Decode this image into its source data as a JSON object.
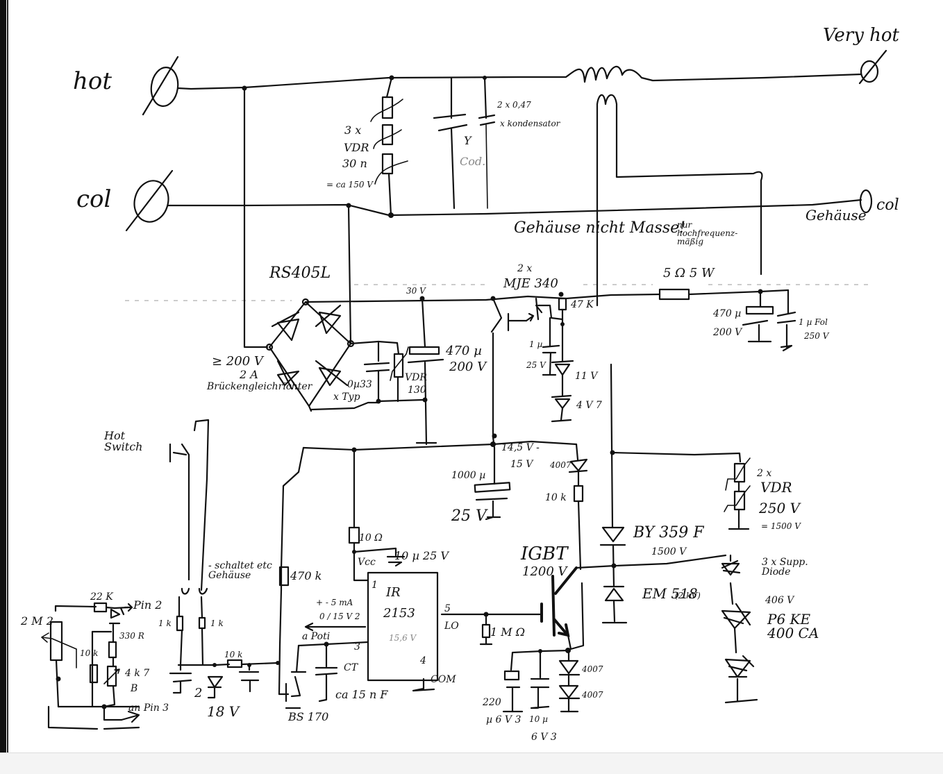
{
  "terminals": {
    "hot": "hot",
    "col": "col",
    "very_hot": "Very hot",
    "col_right": "col",
    "gehaeuse_right": "Gehäuse"
  },
  "notes": {
    "gehaeuse_nicht_masse": "Gehäuse nicht Masse!",
    "nur_hochfrequenz": "nur hochfrequenz-mäßig",
    "hot_switch": "Hot Switch",
    "schalter_note": "- schaltet etc Gehäuse"
  },
  "components": {
    "vdr_input": {
      "qty": "3 x",
      "type": "VDR",
      "value": "30 n",
      "rating": "= ca 150 V"
    },
    "cap_y": {
      "type": "Y",
      "note": "Cod."
    },
    "cap_x": {
      "value": "2 x 0,47",
      "note": "x kondensator"
    },
    "bridge": {
      "part": "RS405L",
      "rating": "≥ 200 V",
      "current": "2 A",
      "desc": "Brückengleichrichter"
    },
    "bridge_cap": {
      "value": "0µ33",
      "note": "x Typ"
    },
    "vdr_130": {
      "type": "VDR",
      "value": "130"
    },
    "cap_470_left": {
      "value": "470 µ",
      "voltage": "200 V"
    },
    "rail_voltage": "30 V",
    "transistor": {
      "qty": "2 x",
      "part": "MJE 340"
    },
    "r_47k": "47 K",
    "cap_1u": {
      "value": "1 µ",
      "voltage": "25 V"
    },
    "zener_11": "11 V",
    "zener_4v7": "4 V 7",
    "r_5ohm": "5 Ω 5 W",
    "cap_470_right": {
      "value": "470 µ",
      "voltage": "200 V"
    },
    "cap_1u_film": {
      "value": "1 µ Fol",
      "voltage": "250 V"
    },
    "supply_rail": {
      "range": "14,5 V -",
      "max": "15 V"
    },
    "cap_1000": {
      "value": "1000 µ",
      "voltage": "25 V"
    },
    "diode_4007_top": "4007",
    "r_10k_gate": "10 k",
    "vdr_output": {
      "qty": "2 x",
      "type": "VDR",
      "value": "250 V",
      "total": "= 1500 V"
    },
    "diode_by359": {
      "part": "BY 359 F",
      "rating": "1500 V"
    },
    "igbt": {
      "type": "IGBT",
      "rating": "1200 V"
    },
    "diode_em518": {
      "part": "EM 518",
      "rating": "(2 kV)"
    },
    "suppressor": {
      "qty": "3 x Supp. Diode",
      "voltage": "406 V",
      "part": "P6 KE 400 CA"
    },
    "r_10ohm": "10 Ω",
    "cap_vcc": "10 µ 25 V",
    "vcc_label": "Vcc",
    "ic": {
      "line1": "IR",
      "line2": "2153",
      "zener": "15,6 V",
      "pin1": "1",
      "pin2": "2",
      "pin3": "3",
      "pin4": "4",
      "pin5": "5",
      "pin4_name": "COM",
      "pin5_name": "LO",
      "pin3_name": "CT"
    },
    "pin2_note": {
      "line1": "+ - 5 mA",
      "line2": "0 / 15 V 2",
      "line3": "a Poti"
    },
    "r_470k": "470 k",
    "r_1m": "1 M Ω",
    "cap_ct": "ca 15 n F",
    "mosfet": "BS 170",
    "cap_220": {
      "value": "220",
      "voltage": "µ 6 V 3"
    },
    "cap_10u": {
      "value": "10 µ",
      "voltage": "6 V 3"
    },
    "diode_4007_a": "4007",
    "diode_4007_b": "4007",
    "r_1k_a": "1 k",
    "r_1k_b": "1 k",
    "r_10k_b": "10 k",
    "zener_18": "18 V",
    "cap_z": "2",
    "pot_2m2": "2 M 2",
    "r_22k": "22 K",
    "pin2_arrow": "Pin 2",
    "r_330": "330 R",
    "r_10": "10 k",
    "pot_4k7": {
      "value": "4 k 7",
      "type": "B"
    },
    "pin3_arrow": "an Pin 3"
  }
}
